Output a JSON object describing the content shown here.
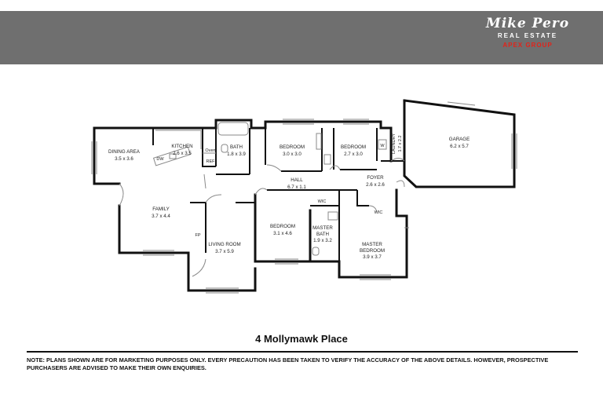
{
  "brand": {
    "script_name": "Mike Pero",
    "subtitle": "REAL ESTATE",
    "group": "APEX GROUP",
    "group_color": "#e2231a",
    "header_color": "#6f6f6f"
  },
  "rooms": [
    {
      "id": "dining",
      "name": "DINING AREA",
      "dims": "3.5 x 3.6"
    },
    {
      "id": "kitchen",
      "name": "KITCHEN",
      "dims": "2.6 x 3.5"
    },
    {
      "id": "bath",
      "name": "BATH",
      "dims": "1.8 x 3.9"
    },
    {
      "id": "bedroom1",
      "name": "BEDROOM",
      "dims": "3.0 x 3.0"
    },
    {
      "id": "bedroom2",
      "name": "BEDROOM",
      "dims": "2.7 x 3.0"
    },
    {
      "id": "laundry",
      "name": "LAUNDRY",
      "dims": "1.7 x 2.2"
    },
    {
      "id": "garage",
      "name": "GARAGE",
      "dims": "6.2 x 5.7"
    },
    {
      "id": "hall",
      "name": "HALL",
      "dims": "6.7 x 1.1"
    },
    {
      "id": "foyer",
      "name": "FOYER",
      "dims": "2.6 x 2.6"
    },
    {
      "id": "family",
      "name": "FAMILY",
      "dims": "3.7 x 4.4"
    },
    {
      "id": "living",
      "name": "LIVING ROOM",
      "dims": "3.7 x 5.9"
    },
    {
      "id": "bedroom3",
      "name": "BEDROOM",
      "dims": "3.1 x 4.6"
    },
    {
      "id": "masterbath",
      "name": "MASTER BATH",
      "dims": "1.9 x 3.2"
    },
    {
      "id": "masterbed",
      "name": "MASTER BEDROOM",
      "dims": "3.9 x 3.7"
    }
  ],
  "fixtures": {
    "dw": "DW",
    "oven": "Oven",
    "ref": "REF",
    "fp": "FP",
    "wic1": "WIC",
    "wic2": "WIC",
    "w": "W"
  },
  "title": "4 Mollymawk Place",
  "disclaimer": "NOTE: PLANS SHOWN ARE FOR MARKETING PURPOSES ONLY. EVERY PRECAUTION HAS BEEN TAKEN TO VERIFY THE ACCURACY OF THE ABOVE DETAILS. HOWEVER, PROSPECTIVE PURCHASERS ARE ADVISED TO MAKE THEIR OWN ENQUIRIES."
}
